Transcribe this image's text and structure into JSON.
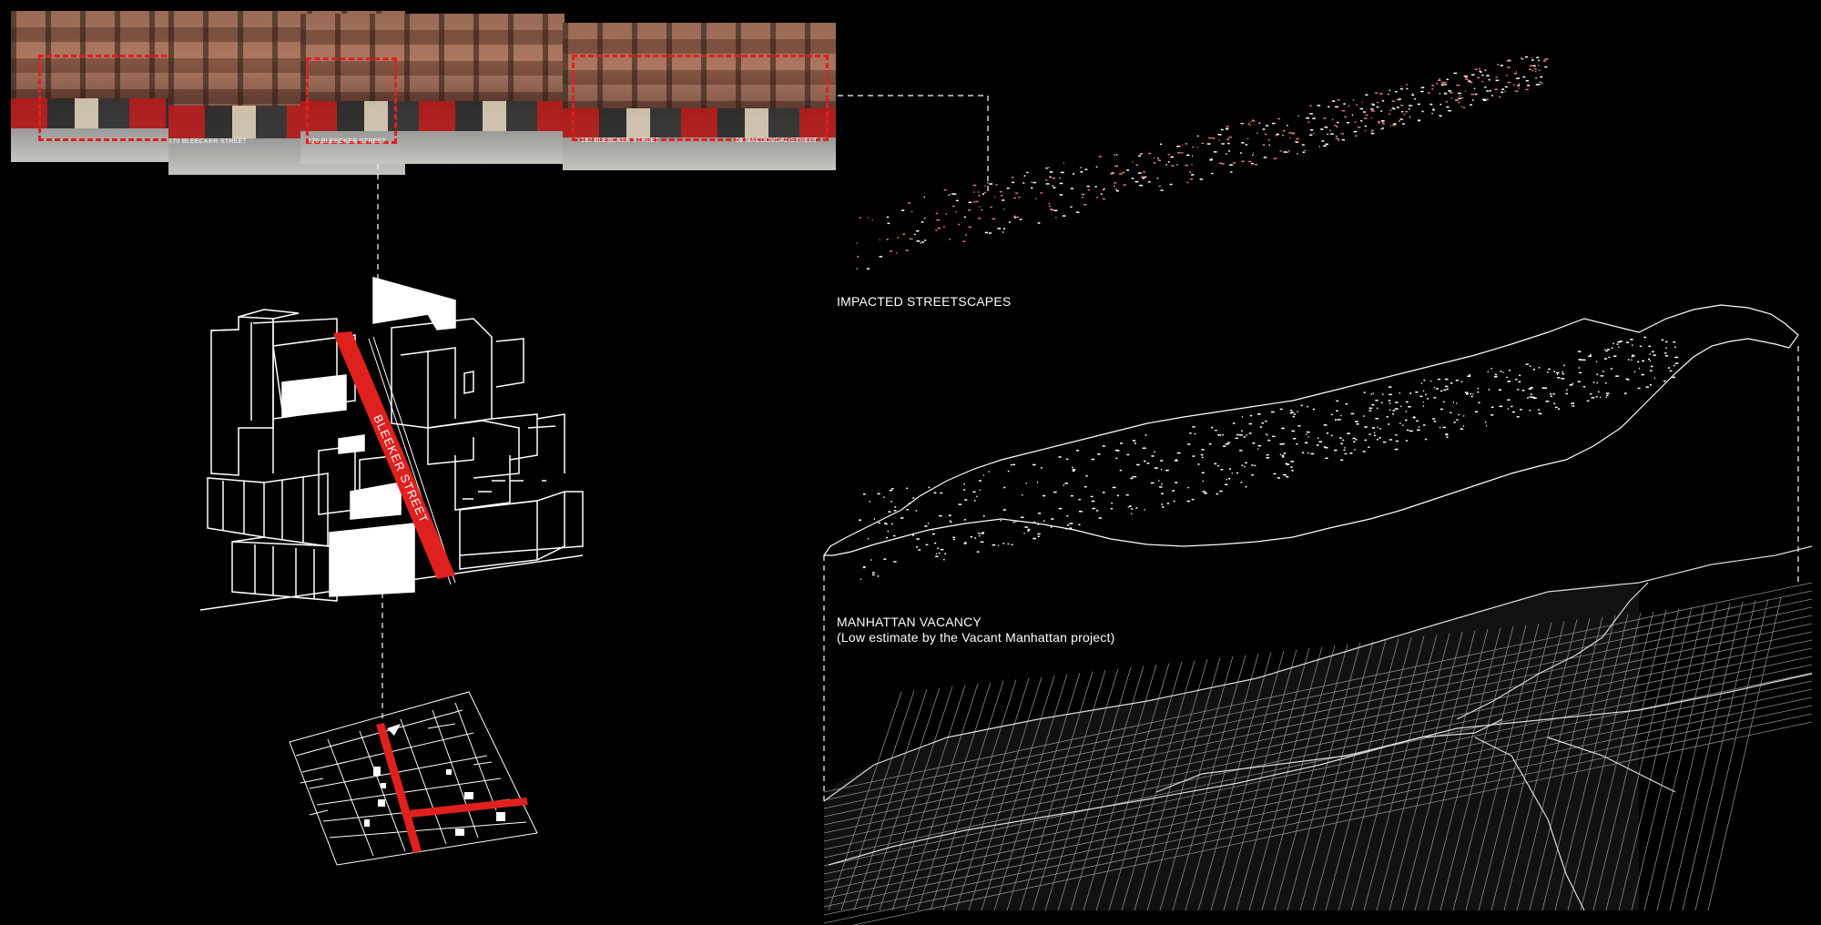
{
  "photos": [
    {
      "caption": "170 BLEECKER STREET"
    },
    {
      "caption": "176 BLEECKER STREET"
    },
    {
      "caption": "182 BLEECKER STREET"
    },
    {
      "caption": "66 MACDOUGAL STREET"
    }
  ],
  "axon": {
    "street_label": "BLEEKER STREET"
  },
  "maps": {
    "impacted_label": "IMPACTED STREETSCAPES",
    "vacancy_label": "MANHATTAN VACANCY",
    "vacancy_sublabel": "(Low estimate by the Vacant Manhattan project)"
  },
  "colors": {
    "accent": "#e0201e",
    "background": "#000000",
    "line": "#ffffff"
  }
}
